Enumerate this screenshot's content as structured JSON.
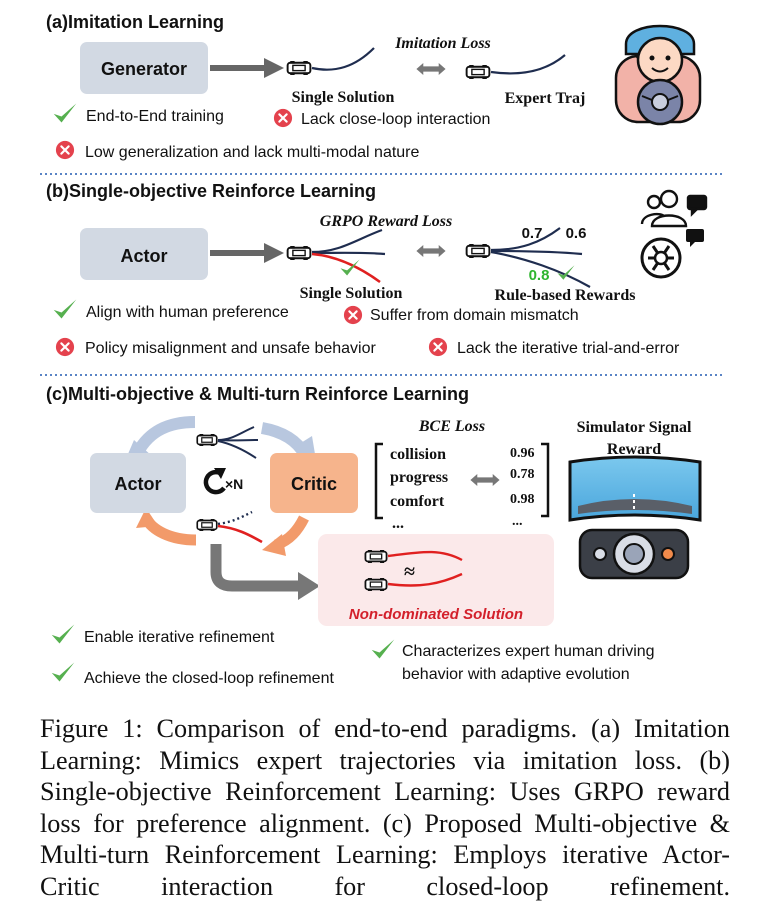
{
  "colors": {
    "box_gray": "#d2d9e3",
    "critic_orange": "#f6b48c",
    "check_green": "#56b04f",
    "cross_red": "#e4424d",
    "traj_navy": "#1f2d4f",
    "traj_red": "#e02020",
    "reward_green": "#2fb52f",
    "divider_blue": "#5a84c5",
    "nondominated_red": "#d3202b"
  },
  "section_a": {
    "title": "(a)Imitation Learning",
    "generator": "Generator",
    "loss": "Imitation Loss",
    "single_solution": "Single Solution",
    "expert_traj": "Expert Traj",
    "pro_1": "End-to-End training",
    "con_1": "Lack close-loop interaction",
    "con_2": "Low generalization and lack multi-modal nature"
  },
  "section_b": {
    "title": "(b)Single-objective Reinforce Learning",
    "actor": "Actor",
    "loss": "GRPO Reward Loss",
    "single_solution": "Single Solution",
    "rule_rewards": "Rule-based Rewards",
    "r1": "0.7",
    "r2": "0.6",
    "r3": "0.8",
    "pro_1": "Align with human preference",
    "con_1": "Suffer from domain mismatch",
    "con_2": "Policy misalignment and unsafe behavior",
    "con_3": "Lack the iterative trial-and-error"
  },
  "section_c": {
    "title": "(c)Multi-objective & Multi-turn Reinforce Learning",
    "actor": "Actor",
    "critic": "Critic",
    "turns": "×N",
    "loss": "BCE Loss",
    "objectives": [
      "collision",
      "progress",
      "comfort",
      "..."
    ],
    "scores": [
      "0.96",
      "0.78",
      "0.98",
      "..."
    ],
    "simulator_line1": "Simulator Signal",
    "simulator_line2": "Reward",
    "approx": "≈",
    "non_dominated": "Non-dominated Solution",
    "pro_1": "Enable iterative refinement",
    "pro_2": "Achieve the closed-loop refinement",
    "pro_3_line1": "Characterizes expert human driving",
    "pro_3_line2": "behavior with adaptive evolution"
  },
  "caption": "Figure 1: Comparison of end-to-end paradigms. (a) Imitation Learning: Mimics expert trajectories via imitation loss. (b) Single-objective Reinforcement Learning: Uses GRPO reward loss for preference alignment. (c) Proposed Multi-objective & Multi-turn Reinforcement Learning: Employs iterative Actor-Critic interaction for closed-loop refinement."
}
